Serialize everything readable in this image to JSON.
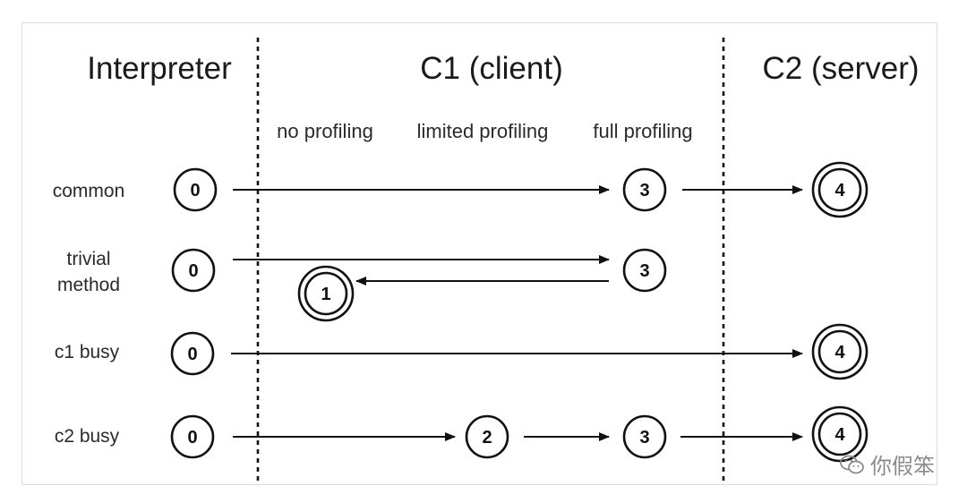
{
  "headers": {
    "interpreter": "Interpreter",
    "c1": "C1 (client)",
    "c2": "C2 (server)"
  },
  "subheaders": {
    "no_profiling": "no profiling",
    "limited_profiling": "limited profiling",
    "full_profiling": "full profiling"
  },
  "rows": {
    "common": "common",
    "trivial_line1": "trivial",
    "trivial_line2": "method",
    "c1_busy": "c1 busy",
    "c2_busy": "c2 busy"
  },
  "nodes": {
    "common_0": "0",
    "common_3": "3",
    "common_4": "4",
    "trivial_0": "0",
    "trivial_3": "3",
    "trivial_1": "1",
    "c1busy_0": "0",
    "c1busy_4": "4",
    "c2busy_0": "0",
    "c2busy_2": "2",
    "c2busy_3": "3",
    "c2busy_4": "4"
  },
  "watermark": "你假笨"
}
